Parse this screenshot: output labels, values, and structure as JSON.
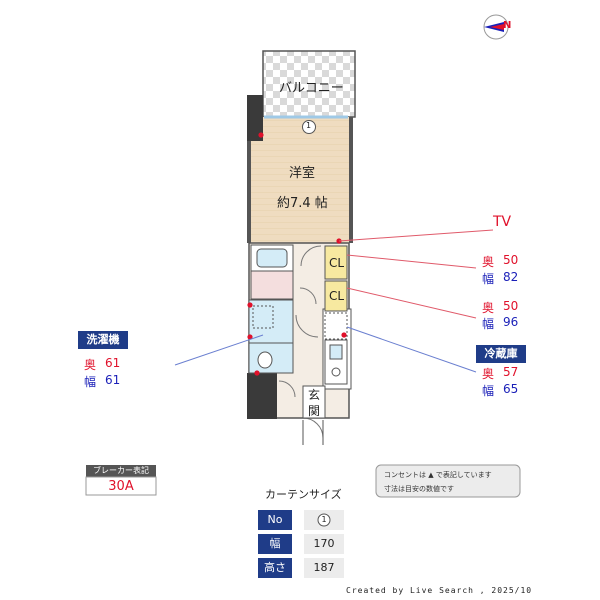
{
  "compass": {
    "north_label": "N"
  },
  "rooms": {
    "balcony": "バルコニー",
    "main_room": "洋室",
    "main_room_size": "約7.4 帖",
    "entrance_line1": "玄",
    "entrance_line2": "関",
    "closet_1": "CL",
    "closet_2": "CL",
    "window_marker": "1"
  },
  "tv": {
    "label": "TV"
  },
  "closet_upper": {
    "depth_label": "奥",
    "depth_value": "50",
    "width_label": "幅",
    "width_value": "82"
  },
  "closet_lower": {
    "depth_label": "奥",
    "depth_value": "50",
    "width_label": "幅",
    "width_value": "96"
  },
  "washer": {
    "title": "洗濯機",
    "depth_label": "奥",
    "depth_value": "61",
    "width_label": "幅",
    "width_value": "61"
  },
  "fridge": {
    "title": "冷蔵庫",
    "depth_label": "奥",
    "depth_value": "57",
    "width_label": "幅",
    "width_value": "65"
  },
  "breaker": {
    "label": "ブレーカー表記",
    "value": "30A"
  },
  "legend": {
    "line1": "コンセントは ▲ で表記しています",
    "line2": "寸法は目安の数値です"
  },
  "curtain": {
    "title": "カーテンサイズ",
    "row_no_label": "No",
    "row_no_value": "1",
    "row_width_label": "幅",
    "row_width_value": "170",
    "row_height_label": "高さ",
    "row_height_value": "187"
  },
  "credit": "Created by Live Search , 2025/10",
  "colors": {
    "floor": "#efdcc0",
    "wall": "#3a3a3a",
    "leader_red": "#e05a6a",
    "leader_blue": "#6a7fd0",
    "tag_bg": "#1f3c88",
    "closet_fill": "#f7e9a0",
    "bath_fill": "#d4ecf7"
  }
}
